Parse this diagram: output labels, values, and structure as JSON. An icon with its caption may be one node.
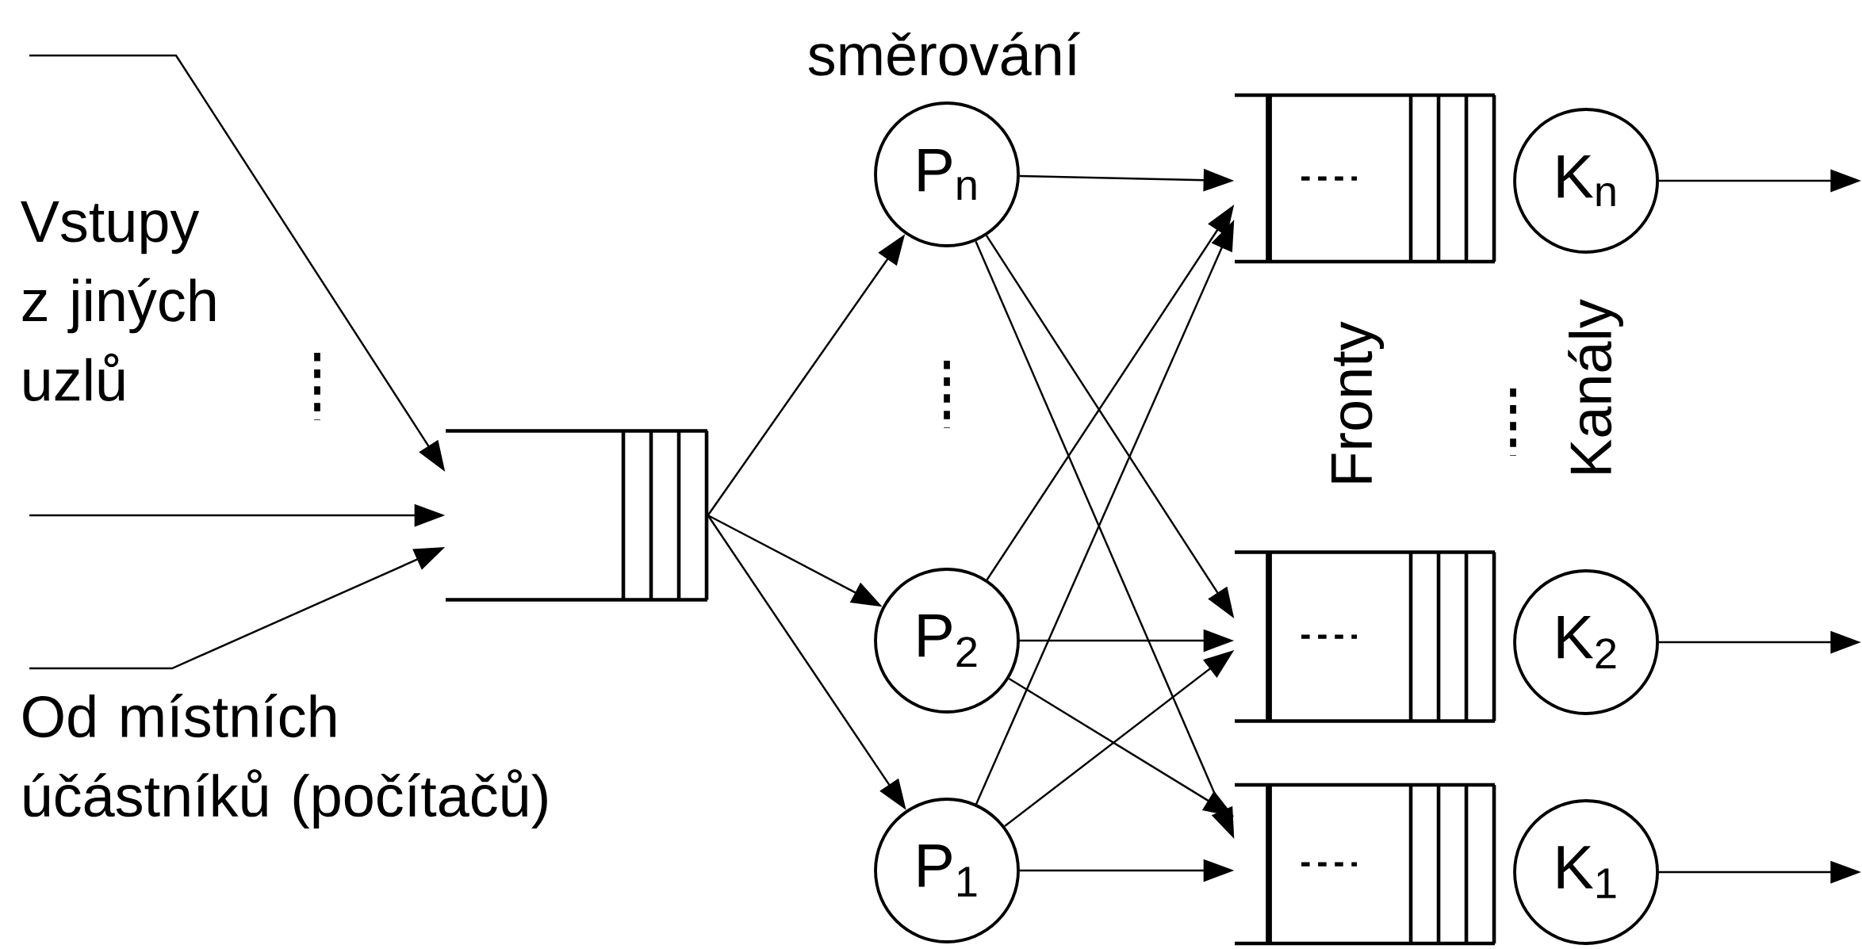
{
  "diagram": {
    "nodes": [
      {
        "text": [],
        "shape": "box"
      },
      {
        "text": [
          "P$_{n}$"
        ]
      },
      {
        "text": [
          "P$_{2}$"
        ]
      },
      {
        "text": [
          "P$_{1}$"
        ]
      },
      {
        "text": [],
        "shape": "box"
      },
      {
        "text": [
          "K$_{n}$"
        ]
      },
      {
        "text": [],
        "shape": "box"
      },
      {
        "text": [
          "K$_{2}$"
        ]
      },
      {
        "text": [],
        "shape": "box"
      },
      {
        "text": [
          "K$_{1}$"
        ]
      }
    ],
    "edges": [
      {
        "from": null,
        "to": 0,
        "arrow": "to"
      },
      {
        "from": null,
        "to": 0,
        "arrow": "to"
      },
      {
        "from": null,
        "to": 0,
        "arrow": "to"
      },
      {
        "from": 0,
        "to": 1,
        "arrow": "to"
      },
      {
        "from": 0,
        "to": 2,
        "arrow": "to"
      },
      {
        "from": 0,
        "to": 3,
        "arrow": "to"
      },
      {
        "from": 1,
        "to": 4,
        "arrow": "to"
      },
      {
        "from": 1,
        "to": 6,
        "arrow": "to"
      },
      {
        "from": 1,
        "to": 8,
        "arrow": "to"
      },
      {
        "from": 2,
        "to": 4,
        "arrow": "to"
      },
      {
        "from": 2,
        "to": 6,
        "arrow": "to"
      },
      {
        "from": 2,
        "to": 8,
        "arrow": "to"
      },
      {
        "from": 3,
        "to": 4,
        "arrow": "to"
      },
      {
        "from": 3,
        "to": 6,
        "arrow": "to"
      },
      {
        "from": 3,
        "to": 8,
        "arrow": "to"
      },
      {
        "from": 5,
        "to": null,
        "arrow": "to"
      },
      {
        "from": 7,
        "to": null,
        "arrow": "to"
      },
      {
        "from": 9,
        "to": null,
        "arrow": "to"
      }
    ],
    "labels": [
      "směrování",
      "Vstupy z jiných uzlů",
      "Fronty",
      "Kanály",
      "Od místních účástníků (počítačů)"
    ]
  }
}
